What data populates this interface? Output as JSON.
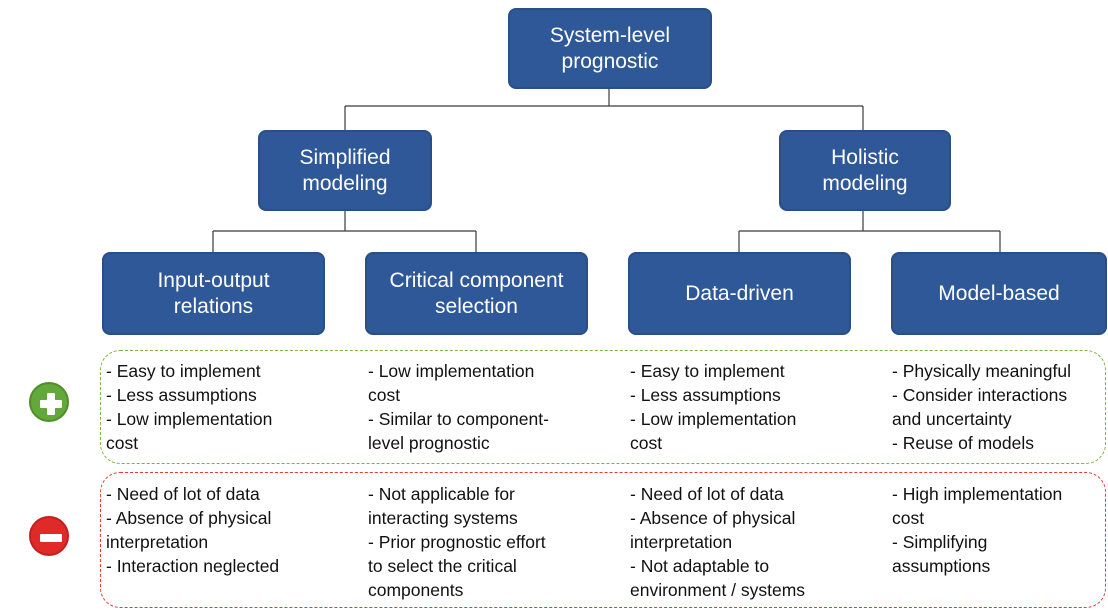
{
  "colors": {
    "box_fill": "#2e5898",
    "pros_border": "#7cb342",
    "cons_border": "#e53935",
    "plus_badge": "#63a83a",
    "minus_badge": "#e02a2a"
  },
  "icons": {
    "pros": "plus-circle-icon",
    "cons": "minus-circle-icon"
  },
  "root": "System-level\nprognostic",
  "level1": {
    "simplified": "Simplified\nmodeling",
    "holistic": "Holistic\nmodeling"
  },
  "level2": {
    "io": "Input-output\nrelations",
    "ccs": "Critical component\nselection",
    "dd": "Data-driven",
    "mb": "Model-based"
  },
  "pros": {
    "io": [
      "- Easy to implement",
      "- Less assumptions",
      "- Low implementation\ncost"
    ],
    "ccs": [
      "- Low implementation\ncost",
      "- Similar to component-\nlevel prognostic"
    ],
    "dd": [
      "- Easy to implement",
      "- Less assumptions",
      "- Low implementation\ncost"
    ],
    "mb": [
      "- Physically meaningful",
      "- Consider interactions\nand uncertainty",
      "- Reuse of models"
    ]
  },
  "cons": {
    "io": [
      "- Need of lot of data",
      "- Absence of physical\ninterpretation",
      "- Interaction neglected"
    ],
    "ccs": [
      "- Not applicable for\ninteracting systems",
      "- Prior prognostic effort\nto select the critical\ncomponents"
    ],
    "dd": [
      "- Need of lot of data",
      "- Absence of physical\ninterpretation",
      "- Not adaptable to\nenvironment / systems"
    ],
    "mb": [
      "- High implementation\ncost",
      "- Simplifying\nassumptions"
    ]
  }
}
